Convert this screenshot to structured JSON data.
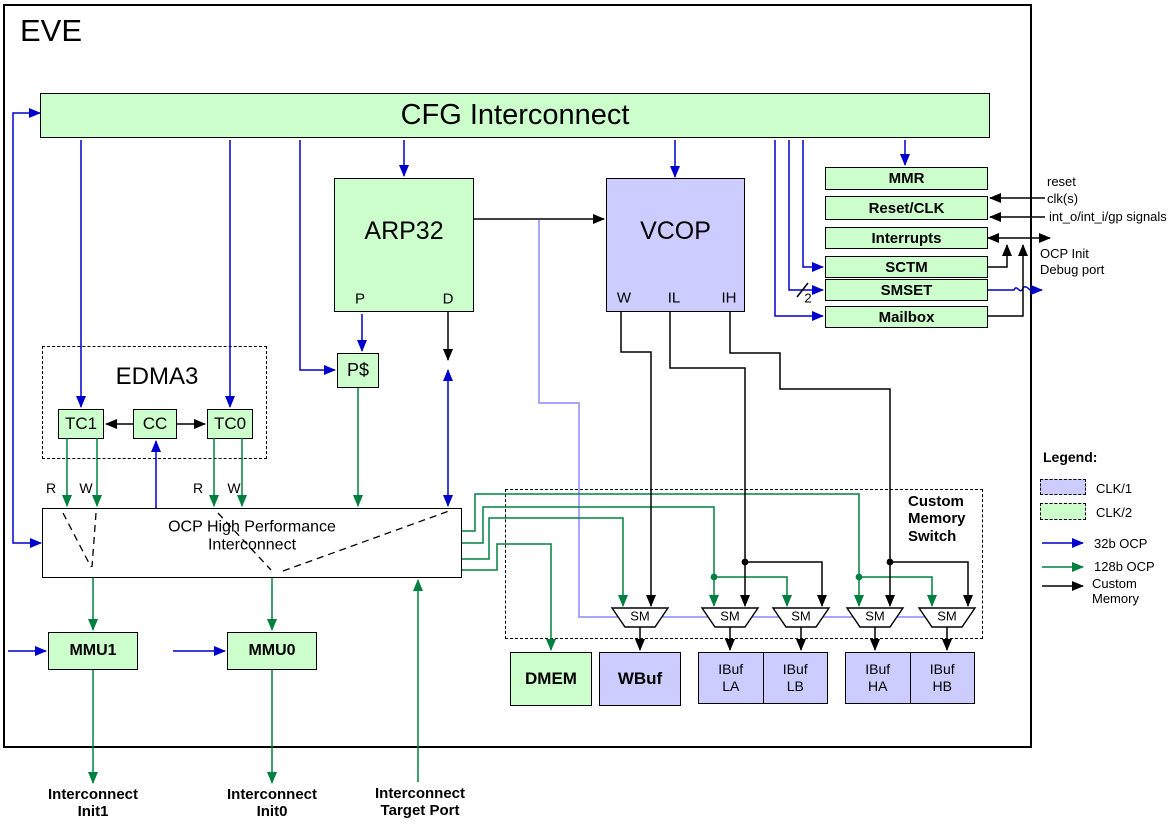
{
  "diagram": {
    "title": "EVE",
    "cfg": "CFG Interconnect",
    "arp32": {
      "label": "ARP32",
      "port_p": "P",
      "port_d": "D"
    },
    "vcop": {
      "label": "VCOP",
      "port_w": "W",
      "port_il": "IL",
      "port_ih": "IH"
    },
    "edma3": {
      "label": "EDMA3",
      "tc1": "TC1",
      "cc": "CC",
      "tc0": "TC0",
      "r": "R",
      "w": "W"
    },
    "pcache": "P$",
    "ocp_hp": {
      "line1": "OCP High Performance",
      "line2": "Interconnect"
    },
    "mmu1": "MMU1",
    "mmu0": "MMU0",
    "peripherals": {
      "mmr": "MMR",
      "reset_clk": "Reset/CLK",
      "interrupts": "Interrupts",
      "sctm": "SCTM",
      "smset": "SMSET",
      "mailbox": "Mailbox"
    },
    "memories": {
      "dmem": "DMEM",
      "wbuf": "WBuf",
      "ibuf_la": [
        "IBuf",
        "LA"
      ],
      "ibuf_lb": [
        "IBuf",
        "LB"
      ],
      "ibuf_ha": [
        "IBuf",
        "HA"
      ],
      "ibuf_hb": [
        "IBuf",
        "HB"
      ]
    },
    "switch": {
      "label_lines": [
        "Custom",
        "Memory",
        "Switch"
      ],
      "sm": "SM"
    },
    "external": {
      "reset": "reset",
      "clks": "clk(s)",
      "int_signals": "int_o/int_i/gp signals",
      "ocp_init": "OCP Init",
      "debug_port": "Debug port",
      "bus_width": "2"
    },
    "bottom": {
      "init1": [
        "Interconnect",
        "Init1"
      ],
      "init0": [
        "Interconnect",
        "Init0"
      ],
      "target": [
        "Interconnect",
        "Target Port"
      ]
    },
    "legend": {
      "title": "Legend:",
      "clk1": "CLK/1",
      "clk2": "CLK/2",
      "ocp32": "32b OCP",
      "ocp128": "128b OCP",
      "custom_memory": [
        "Custom",
        "Memory"
      ]
    },
    "colors": {
      "block_green": "#ccffcc",
      "block_lavender": "#ccccff",
      "ocp32_blue": "#0000cc",
      "ocp128_green": "#008040",
      "custom_memory_black": "#000000",
      "clk1_line": "#9a9aff"
    }
  }
}
